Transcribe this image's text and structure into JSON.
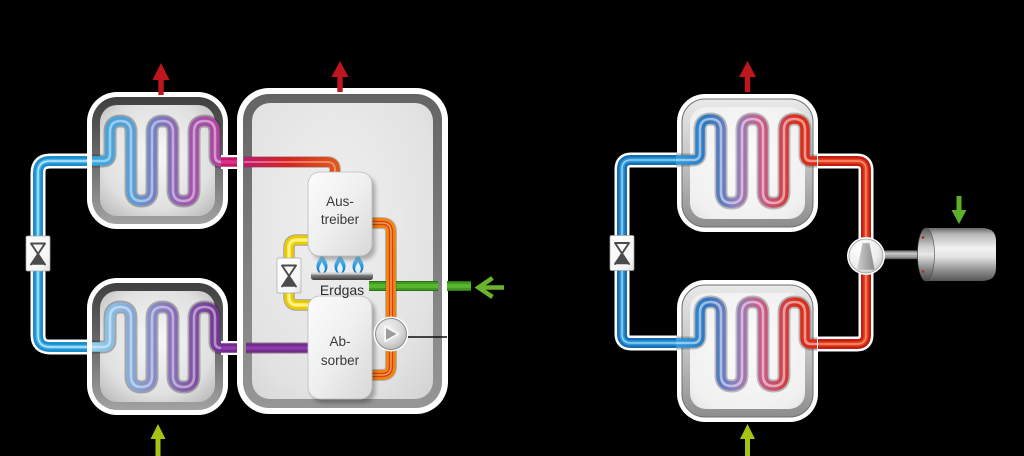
{
  "page": {
    "background": "#000000",
    "description_left": "gas-absorption-heat-pump-schematic",
    "description_right": "electric-compression-heat-pump-schematic"
  },
  "left_diagram": {
    "austreiber": {
      "line1": "Aus-",
      "line2": "treiber"
    },
    "absorber": {
      "line1": "Ab-",
      "line2": "sorber"
    },
    "erdgas_label": "Erdgas",
    "icons": [
      "heat-output-arrow-icon",
      "heat-output-arrow-icon",
      "expansion-valve-icon",
      "expansion-valve-icon",
      "solution-pump-icon",
      "burner-flames-icon",
      "gas-inlet-arrow-icon",
      "ambient-heat-arrow-icon"
    ]
  },
  "right_diagram": {
    "icons": [
      "heat-output-arrow-icon",
      "expansion-valve-icon",
      "compressor-icon",
      "motor-icon",
      "drive-input-arrow-icon",
      "ambient-heat-arrow-icon"
    ]
  },
  "colors": {
    "heat_output_arrow_red": "#bd171d",
    "ambient_heat_arrow_yellow_green": "#a6c313",
    "gas_inlet_arrow_green": "#6ab32e",
    "drive_input_arrow_green": "#5fae2b",
    "pipe_blue_left": "#1d8ccc",
    "pipe_blue_right": "#1a6db4",
    "pipe_magenta": "#c4186c",
    "pipe_purple": "#722a8c",
    "pipe_red": "#d9261c",
    "pipe_orange": "#ee8412",
    "pipe_yellow": "#e8cc00",
    "pipe_green": "#3f9b22"
  }
}
